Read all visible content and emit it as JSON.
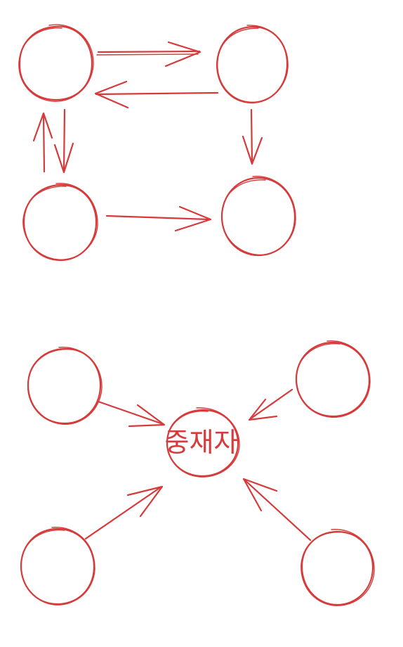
{
  "colors": {
    "ink": "#d63a3a",
    "background": "#ffffff"
  },
  "diagrams": [
    {
      "type": "direct-communication-graph",
      "nodes": [
        "",
        "",
        "",
        ""
      ]
    },
    {
      "type": "mediator-graph",
      "center_label": "중재자",
      "peripheral_nodes": [
        "",
        "",
        "",
        ""
      ]
    }
  ]
}
